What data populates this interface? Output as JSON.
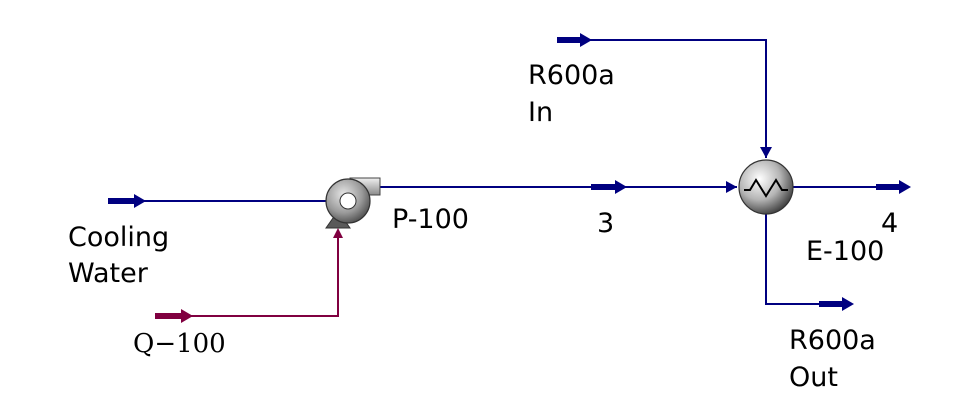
{
  "colors": {
    "material_stream": "#000080",
    "energy_stream": "#800040",
    "equipment_body": "#a8a8a8"
  },
  "streams": {
    "cooling_water": {
      "line1": "Cooling",
      "line2": "Water"
    },
    "q100": {
      "label": "Q−100"
    },
    "s3": {
      "label": "3"
    },
    "s4": {
      "label": "4"
    },
    "r600a_in": {
      "line1": "R600a",
      "line2": "In"
    },
    "r600a_out": {
      "line1": "R600a",
      "line2": "Out"
    }
  },
  "equipment": {
    "pump": {
      "label": "P-100",
      "icon": "pump-icon"
    },
    "exchanger": {
      "label": "E-100",
      "icon": "heat-exchanger-icon"
    }
  }
}
